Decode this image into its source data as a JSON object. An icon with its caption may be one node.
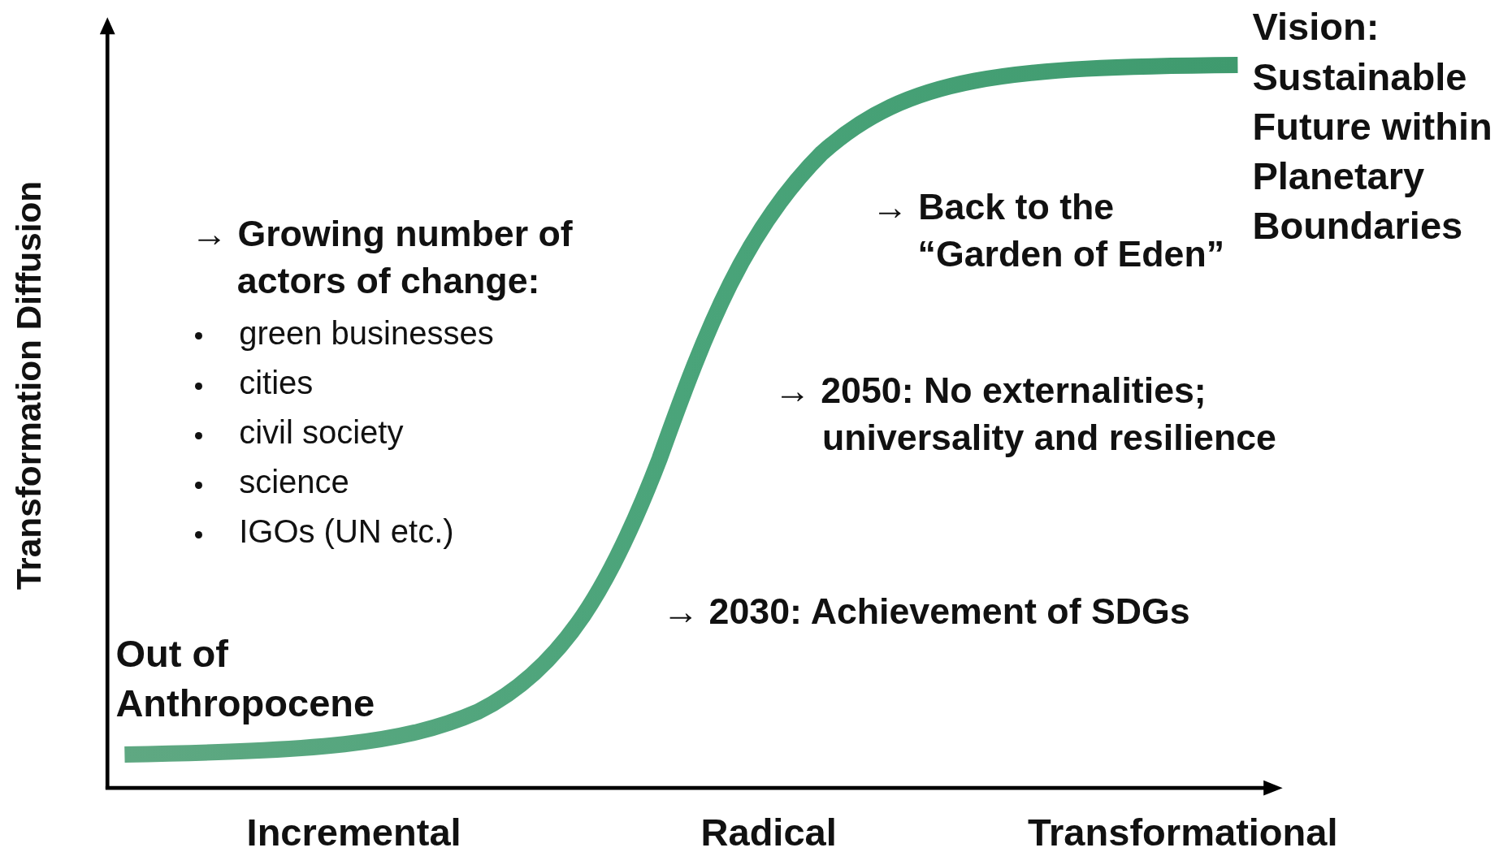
{
  "diagram": {
    "labels": [
      "Transformation Diffusion",
      "Vision: Sustainable Future within Planetary Boundaries",
      "→ Back to the “Garden of Eden”",
      "→ Growing number of actors of change:",
      "green businesses",
      "cities",
      "civil society",
      "science",
      "IGOs (UN etc.)",
      "→ 2050: No externalities; universality and resilience",
      "→ 2030: Achievement of SDGs",
      "Out of Anthropocene",
      "Incremental",
      "Radical",
      "Transformational"
    ]
  }
}
